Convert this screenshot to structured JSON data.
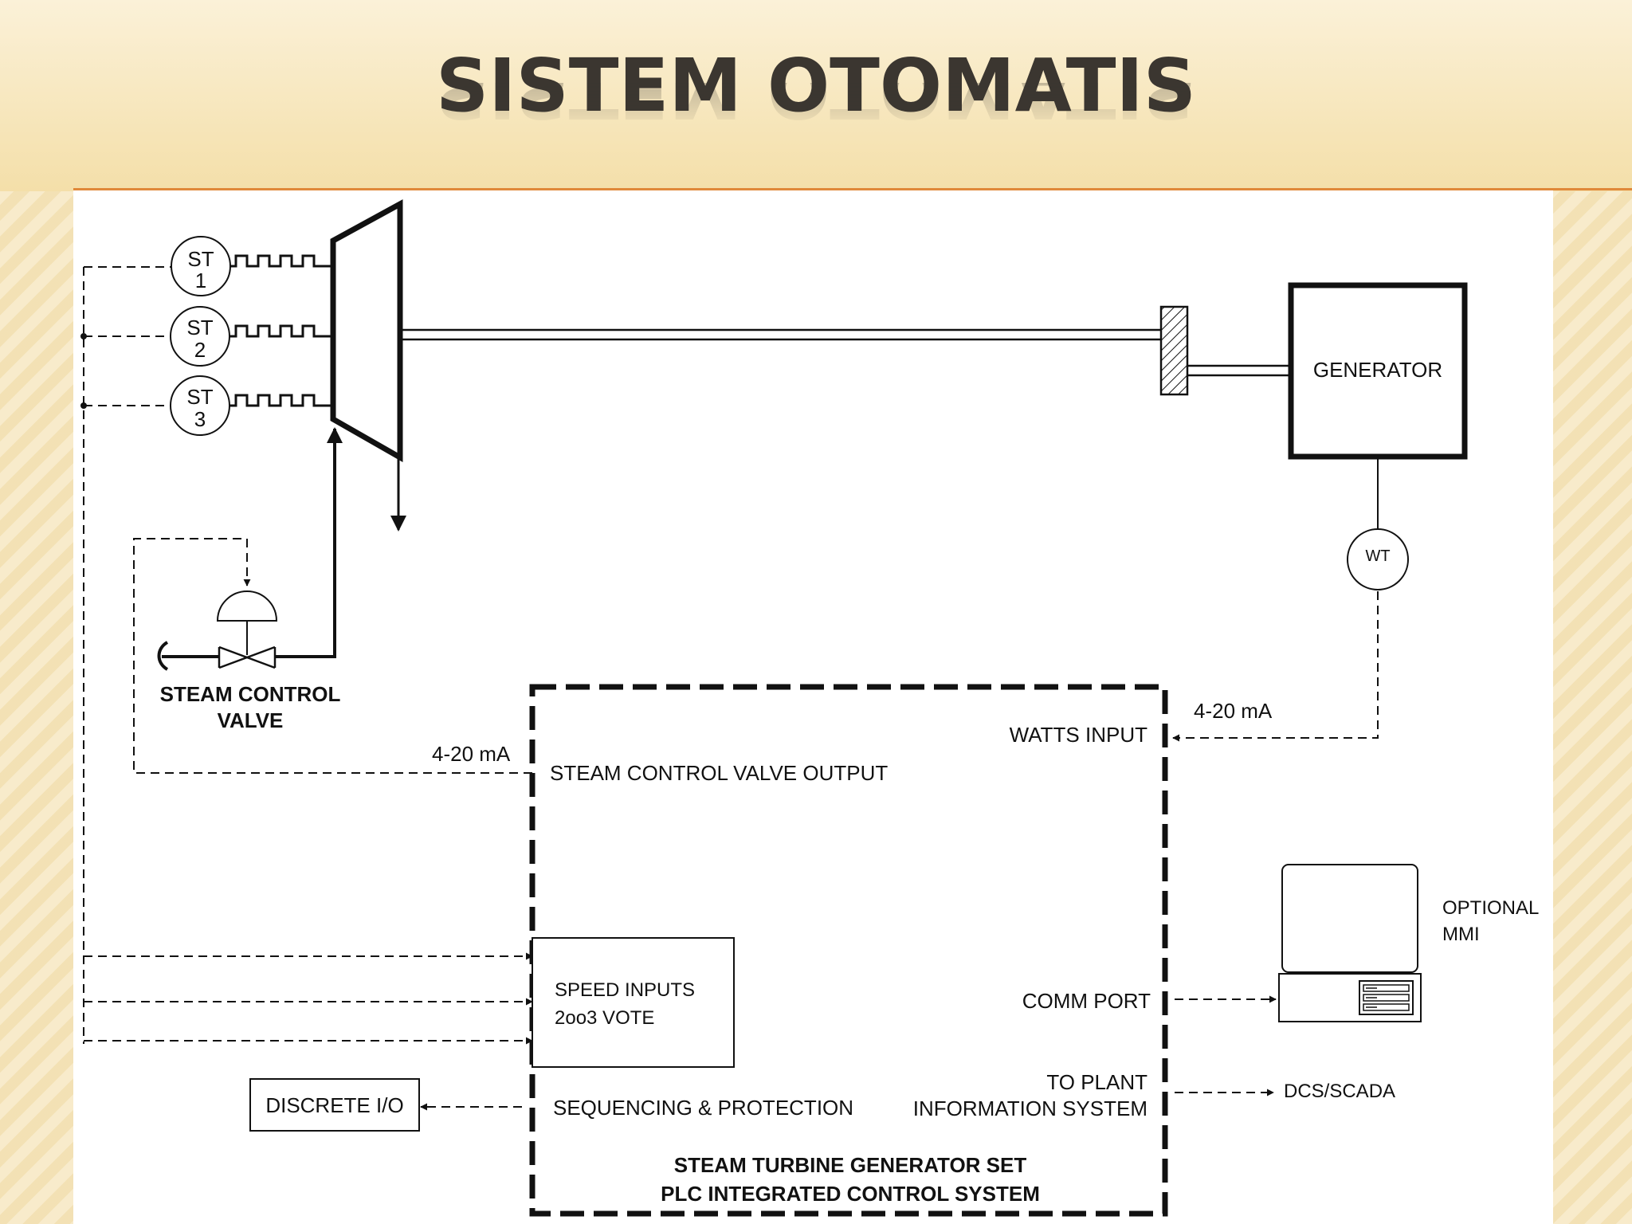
{
  "title": "SISTEM OTOMATIS",
  "sensors": [
    {
      "top": "ST",
      "bottom": "1"
    },
    {
      "top": "ST",
      "bottom": "2"
    },
    {
      "top": "ST",
      "bottom": "3"
    }
  ],
  "generator_label": "GENERATOR",
  "wt_label": "WT",
  "steam_valve_label": [
    "STEAM CONTROL",
    "VALVE"
  ],
  "signal_left": "4-20 mA",
  "signal_right": "4-20 mA",
  "watts_input": "WATTS INPUT",
  "valve_output": "STEAM CONTROL VALVE OUTPUT",
  "speed_inputs": [
    "SPEED INPUTS",
    "2oo3 VOTE"
  ],
  "comm_port": "COMM PORT",
  "plant_info": [
    "TO PLANT",
    "INFORMATION SYSTEM"
  ],
  "dcs": "DCS/SCADA",
  "discrete_io": "DISCRETE I/O",
  "sequencing": "SEQUENCING & PROTECTION",
  "system_name": [
    "STEAM TURBINE GENERATOR SET",
    "PLC INTEGRATED CONTROL SYSTEM"
  ],
  "optional_mmi": [
    "OPTIONAL",
    "MMI"
  ]
}
